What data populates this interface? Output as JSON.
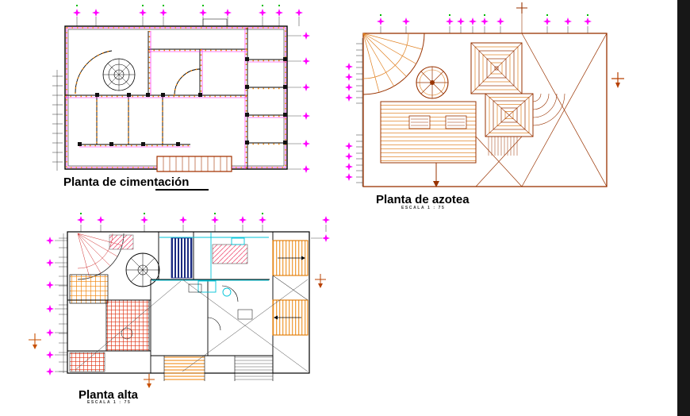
{
  "sheet": {
    "background": "#ffffff",
    "right_bar_color": "#171717"
  },
  "plans": [
    {
      "title": "Planta de cimentación",
      "scale": ""
    },
    {
      "title": "Planta de azotea",
      "scale": "ESCALA 1 : 75"
    },
    {
      "title": "Planta alta",
      "scale": "ESCALA 1 : 75"
    }
  ],
  "colors": {
    "grid_marker_magenta": "#ff00ff",
    "line_black": "#000000",
    "roof_brown": "#993300",
    "steps_brown": "#a33300",
    "hatch_orange": "#ff8800",
    "aqua": "#00c4d8",
    "tile_red": "#e03010",
    "closet_navy": "#1a2a80",
    "pink_hatch": "#f06080",
    "survey_lime": "#00bb00"
  }
}
